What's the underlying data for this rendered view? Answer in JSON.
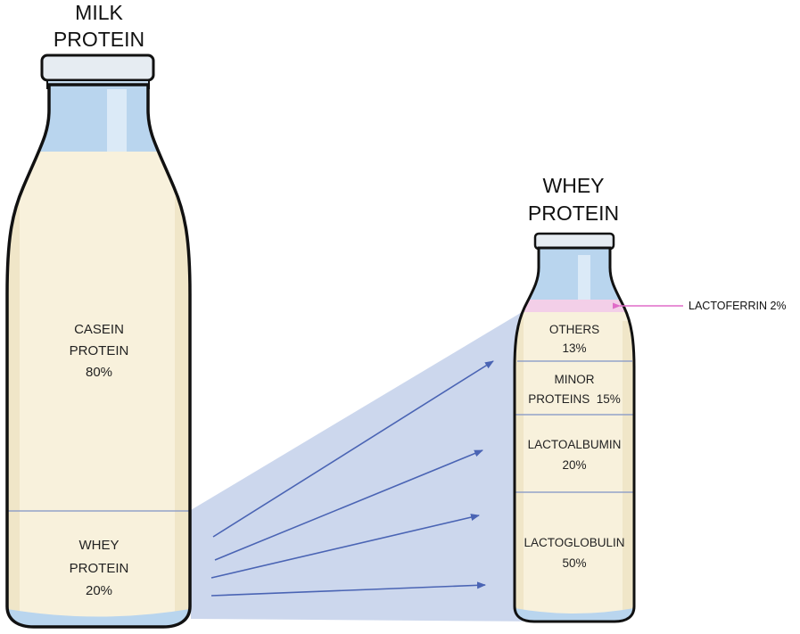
{
  "colors": {
    "milk": "#f8f1dc",
    "milk_shade": "#ece1bf",
    "glass": "#b9d5ee",
    "glass_highlight": "#e3eff9",
    "cap": "#e6ecf2",
    "outline": "#111111",
    "divider": "#7f93c6",
    "funnel": "#c9d5ec",
    "arrow": "#4a64b4",
    "lactoferrin": "#f3cfe8",
    "lactoferrin_arrow": "#e06cc8"
  },
  "milk_bottle": {
    "title_line1": "MILK",
    "title_line2": "PROTEIN",
    "segments": [
      {
        "id": "casein",
        "line1": "CASEIN",
        "line2": "PROTEIN",
        "line3": "80%"
      },
      {
        "id": "whey",
        "line1": "WHEY",
        "line2": "PROTEIN",
        "line3": "20%"
      }
    ]
  },
  "whey_bottle": {
    "title_line1": "WHEY",
    "title_line2": "PROTEIN",
    "lactoferrin_label": "LACTOFERRIN 2%",
    "segments": [
      {
        "id": "others",
        "line1": "OTHERS",
        "line2": "13%"
      },
      {
        "id": "minor",
        "line1": "MINOR",
        "line2": "PROTEINS  15%"
      },
      {
        "id": "lactoalbumin",
        "line1": "LACTOALBUMIN",
        "line2": "20%"
      },
      {
        "id": "lactoglobulin",
        "line1": "LACTOGLOBULIN",
        "line2": "50%"
      }
    ]
  }
}
